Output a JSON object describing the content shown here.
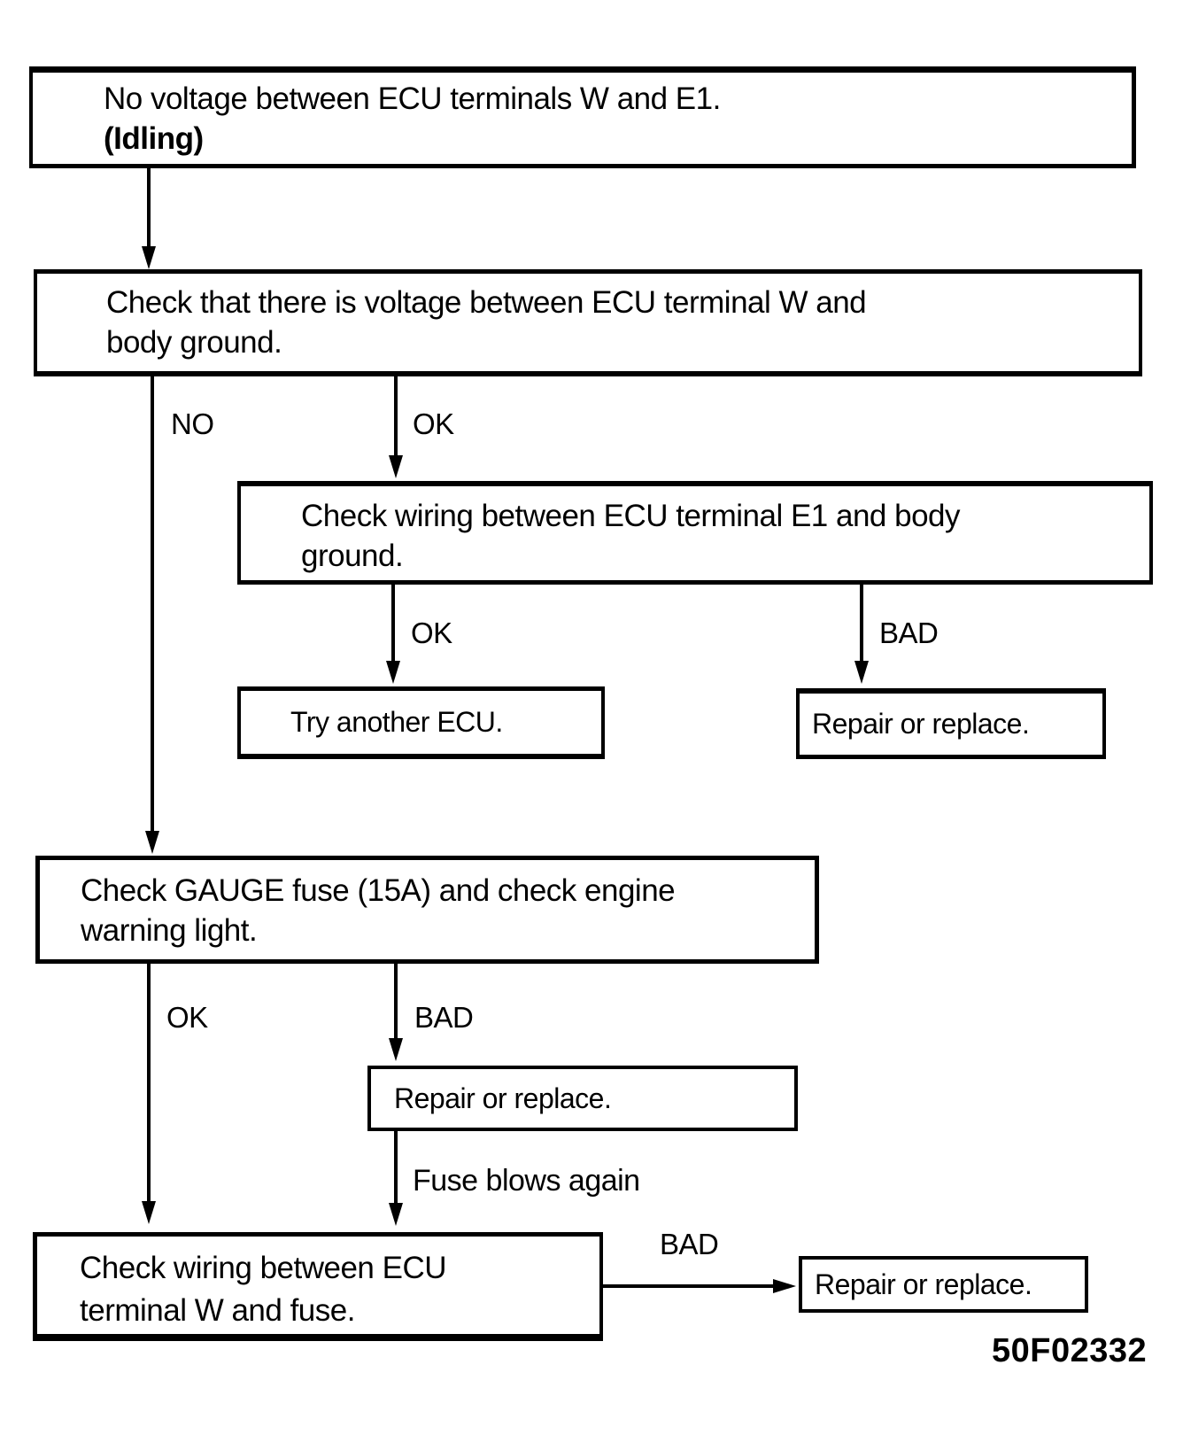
{
  "page": {
    "background": "#ffffff",
    "ink": "#000000"
  },
  "diagram_code": "50F02332",
  "boxes": {
    "start": {
      "line1": "No voltage between ECU terminals W and E1.",
      "line2": "(Idling)"
    },
    "check_voltage": {
      "line1": "Check that there is voltage between ECU terminal W and",
      "line2": "body ground."
    },
    "check_wiring_e1": {
      "line1": "Check wiring between ECU terminal E1 and body",
      "line2": "ground."
    },
    "try_ecu": {
      "line1": "Try another ECU."
    },
    "repair1": {
      "line1": "Repair or replace."
    },
    "check_fuse": {
      "line1": "Check GAUGE fuse (15A) and check engine",
      "line2": "warning light."
    },
    "repair2": {
      "line1": "Repair or replace."
    },
    "check_wiring_w": {
      "line1": "Check wiring between ECU",
      "line2": "terminal W and fuse."
    },
    "repair3": {
      "line1": "Repair or replace."
    }
  },
  "labels": {
    "no1": "NO",
    "ok1": "OK",
    "ok2": "OK",
    "bad1": "BAD",
    "ok3": "OK",
    "bad2": "BAD",
    "fuse_blows": "Fuse blows again",
    "bad3": "BAD"
  }
}
